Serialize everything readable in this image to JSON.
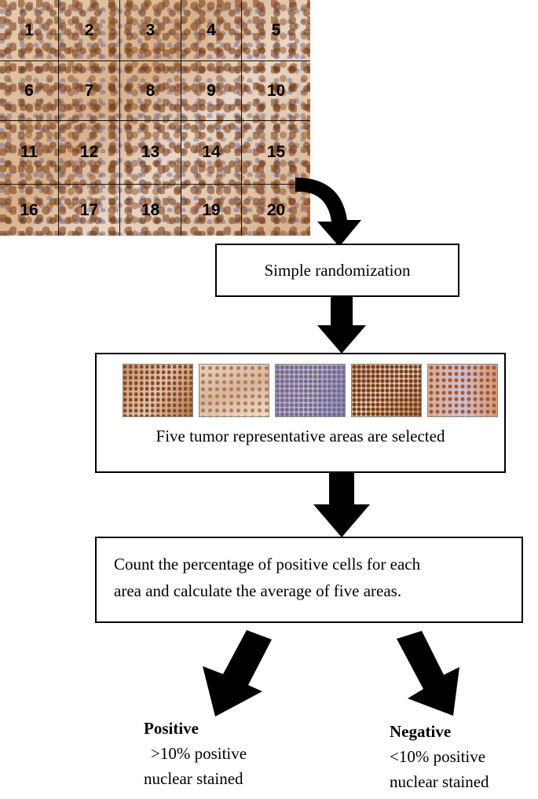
{
  "grid": {
    "cells": [
      "1",
      "2",
      "3",
      "4",
      "5",
      "6",
      "7",
      "8",
      "9",
      "10",
      "11",
      "12",
      "13",
      "14",
      "15",
      "16",
      "17",
      "18",
      "19",
      "20"
    ]
  },
  "steps": {
    "randomization": "Simple randomization",
    "selected_caption": "Five tumor representative areas are selected",
    "count_line1": "Count the percentage of positive cells for each",
    "count_line2": "area and calculate the average of five areas."
  },
  "outcomes": {
    "positive": {
      "title": "Positive",
      "line1": ">10% positive",
      "line2": "nuclear stained"
    },
    "negative": {
      "title": "Negative",
      "line1": "<10% positive",
      "line2": "nuclear stained"
    }
  },
  "colors": {
    "arrow": "#000000",
    "border": "#000000"
  }
}
